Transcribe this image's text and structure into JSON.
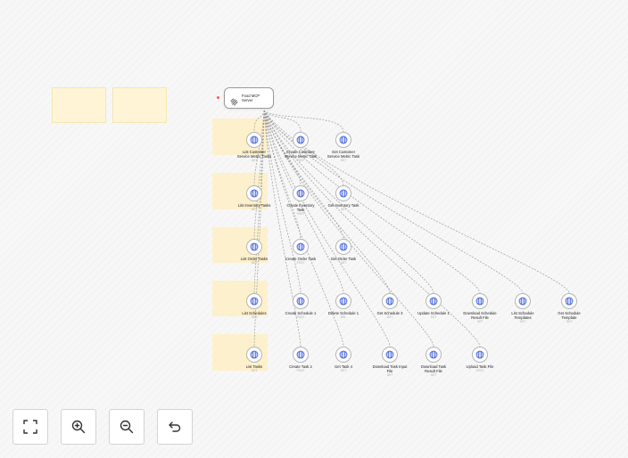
{
  "server": {
    "label_line1": "Food MCP",
    "label_line2": "Server",
    "icon": "mcp-icon"
  },
  "tools": [
    {
      "name": "list-customer-service-metric-tasks",
      "l1": "List Customer",
      "l2": "Service Metric Tasks",
      "sub": "GET"
    },
    {
      "name": "create-customer-service-metric-task",
      "l1": "Create Customer",
      "l2": "Service Metric Task",
      "sub": "POST"
    },
    {
      "name": "get-customer-service-metric-task",
      "l1": "Get Customer",
      "l2": "Service Metric Task",
      "sub": "GET"
    },
    {
      "name": "list-inventory-tasks",
      "l1": "List Inventory Tasks",
      "l2": "",
      "sub": "GET"
    },
    {
      "name": "create-inventory-task",
      "l1": "Create Inventory",
      "l2": "Task",
      "sub": "POST"
    },
    {
      "name": "get-inventory-task",
      "l1": "Get Inventory Task",
      "l2": "",
      "sub": "GET"
    },
    {
      "name": "list-order-tasks",
      "l1": "List Order Tasks",
      "l2": "",
      "sub": "GET"
    },
    {
      "name": "create-order-task",
      "l1": "Create Order Task",
      "l2": "",
      "sub": "POST"
    },
    {
      "name": "get-order-task",
      "l1": "Get Order Task",
      "l2": "",
      "sub": "GET"
    },
    {
      "name": "list-schedules",
      "l1": "List Schedules",
      "l2": "",
      "sub": "GET"
    },
    {
      "name": "create-schedule-1",
      "l1": "Create Schedule 1",
      "l2": "",
      "sub": "POST"
    },
    {
      "name": "delete-schedule-1",
      "l1": "Delete Schedule 1",
      "l2": "",
      "sub": "DEL"
    },
    {
      "name": "get-schedule-3",
      "l1": "Get Schedule 3",
      "l2": "",
      "sub": "GET"
    },
    {
      "name": "update-schedule-1",
      "l1": "Update Schedule 1",
      "l2": "",
      "sub": "PUT"
    },
    {
      "name": "download-schedule-result-file",
      "l1": "Download Schedule",
      "l2": "Result File",
      "sub": "GET"
    },
    {
      "name": "list-schedule-templates",
      "l1": "List Schedule",
      "l2": "Templates",
      "sub": "GET"
    },
    {
      "name": "get-schedule-template",
      "l1": "Get Schedule",
      "l2": "Template",
      "sub": "GET"
    },
    {
      "name": "list-tasks",
      "l1": "List Tasks",
      "l2": "",
      "sub": "GET"
    },
    {
      "name": "create-task-2",
      "l1": "Create Task 2",
      "l2": "",
      "sub": "POST"
    },
    {
      "name": "get-task-4",
      "l1": "Get Task 4",
      "l2": "",
      "sub": "GET"
    },
    {
      "name": "download-task-input-file",
      "l1": "Download Task Input",
      "l2": "File",
      "sub": "GET"
    },
    {
      "name": "download-task-result-file",
      "l1": "Download Task",
      "l2": "Result File",
      "sub": "GET"
    },
    {
      "name": "upload-task-file",
      "l1": "Upload Task File",
      "l2": "",
      "sub": "POST"
    }
  ],
  "controls": [
    {
      "name": "fit-view-button",
      "icon": "fullscreen-icon"
    },
    {
      "name": "zoom-in-button",
      "icon": "zoom-in-icon"
    },
    {
      "name": "zoom-out-button",
      "icon": "zoom-out-icon"
    },
    {
      "name": "undo-button",
      "icon": "undo-icon"
    }
  ],
  "colors": {
    "edge": "#9c9c9c",
    "sticky": "#fff5d6",
    "band": "#ffeebe",
    "node_border": "#b5b5b5",
    "accent_dot": "#ff5a5a"
  }
}
